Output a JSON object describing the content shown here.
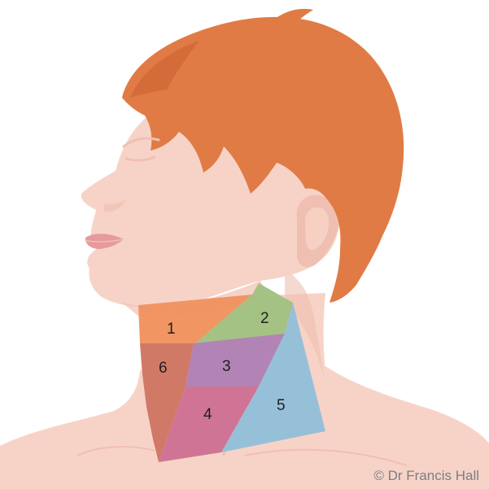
{
  "colors": {
    "skin": "#f7d3c7",
    "skin_shadow": "#efc0b1",
    "hair": "#e07b45",
    "hair_dark": "#c8602e",
    "lips": "#e69a9c",
    "region_1": "#f0915e",
    "region_2": "#9fc17f",
    "region_3": "#ad80b4",
    "region_4": "#cd6f92",
    "region_5": "#90bfd9",
    "region_6": "#cf7462"
  },
  "regions": [
    {
      "id": "1",
      "label": "1"
    },
    {
      "id": "2",
      "label": "2"
    },
    {
      "id": "3",
      "label": "3"
    },
    {
      "id": "4",
      "label": "4"
    },
    {
      "id": "5",
      "label": "5"
    },
    {
      "id": "6",
      "label": "6"
    }
  ],
  "credit": "© Dr Francis Hall"
}
